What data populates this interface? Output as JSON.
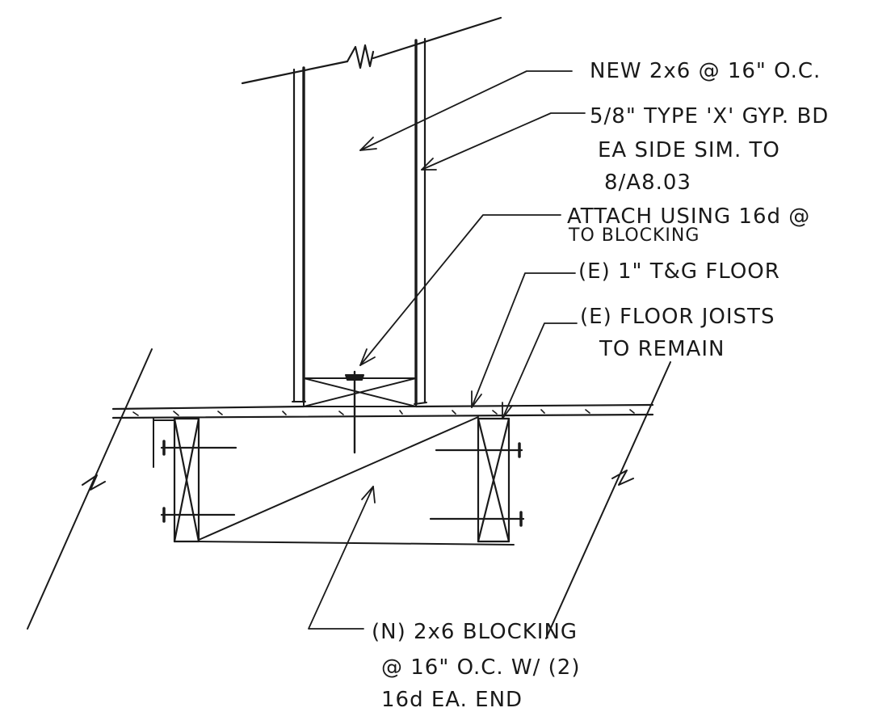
{
  "notes": {
    "stud": "NEW 2x6 @ 16\" O.C.",
    "gyp_line1": "5/8\" TYPE 'X' GYP. BD",
    "gyp_line2": "EA SIDE SIM. TO",
    "gyp_line3": "8/A8.03",
    "attach_line1": "ATTACH USING 16d @",
    "attach_line2": "TO BLOCKING",
    "floor": "(E) 1\" T&G FLOOR",
    "joists_line1": "(E) FLOOR JOISTS",
    "joists_line2": "TO REMAIN",
    "blocking_line1": "(N) 2x6 BLOCKING",
    "blocking_line2": "@ 16\" O.C. W/ (2)",
    "blocking_line3": "16d EA. END"
  },
  "colors": {
    "ink": "#1a1a1a",
    "paper": "#ffffff"
  }
}
